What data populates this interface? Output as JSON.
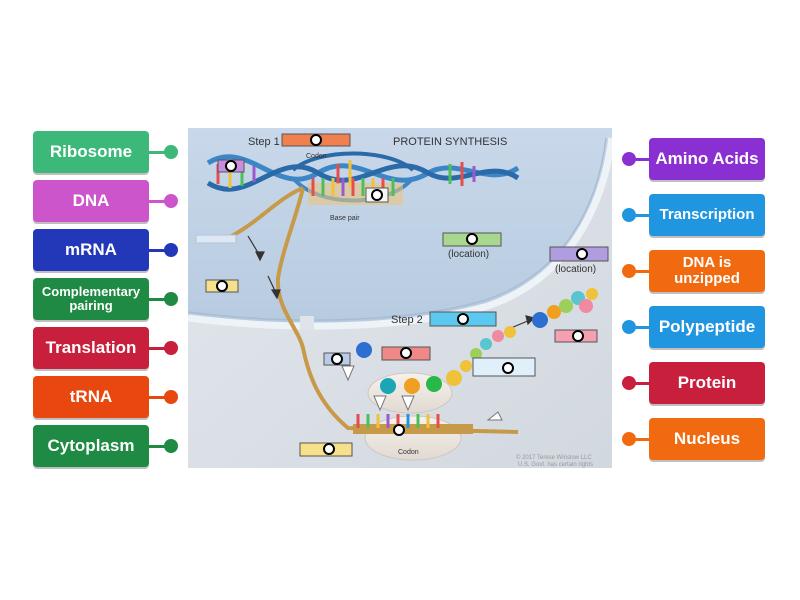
{
  "left_labels": [
    {
      "text": "Ribosome",
      "color": "#3cb878",
      "size": "fs17"
    },
    {
      "text": "DNA",
      "color": "#cc55cc",
      "size": "fs17"
    },
    {
      "text": "mRNA",
      "color": "#2238b8",
      "size": "fs17"
    },
    {
      "text": "Complementary pairing",
      "color": "#1f8a44",
      "size": "fs13"
    },
    {
      "text": "Translation",
      "color": "#c81f3c",
      "size": "fs17"
    },
    {
      "text": "tRNA",
      "color": "#e8480f",
      "size": "fs17"
    },
    {
      "text": "Cytoplasm",
      "color": "#1f8a44",
      "size": "fs17"
    }
  ],
  "right_labels": [
    {
      "text": "Amino Acids",
      "color": "#8a2fd1",
      "size": "fs17"
    },
    {
      "text": "Transcription",
      "color": "#2196e0",
      "size": "fs15"
    },
    {
      "text": "DNA is unzipped",
      "color": "#f26a10",
      "size": "fs15"
    },
    {
      "text": "Polypeptide",
      "color": "#2196e0",
      "size": "fs17"
    },
    {
      "text": "Protein",
      "color": "#c81f3c",
      "size": "fs17"
    },
    {
      "text": "Nucleus",
      "color": "#f26a10",
      "size": "fs17"
    }
  ],
  "diagram": {
    "title": "PROTEIN SYNTHESIS",
    "step1": "Step 1",
    "step2": "Step 2",
    "codon_top": "Codon",
    "base_pair": "Base pair",
    "location1": "(location)",
    "location2": "(location)",
    "codon_bottom": "Codon",
    "copyright1": "© 2017 Terese Winslow LLC",
    "copyright2": "U.S. Govt. has certain rights"
  }
}
